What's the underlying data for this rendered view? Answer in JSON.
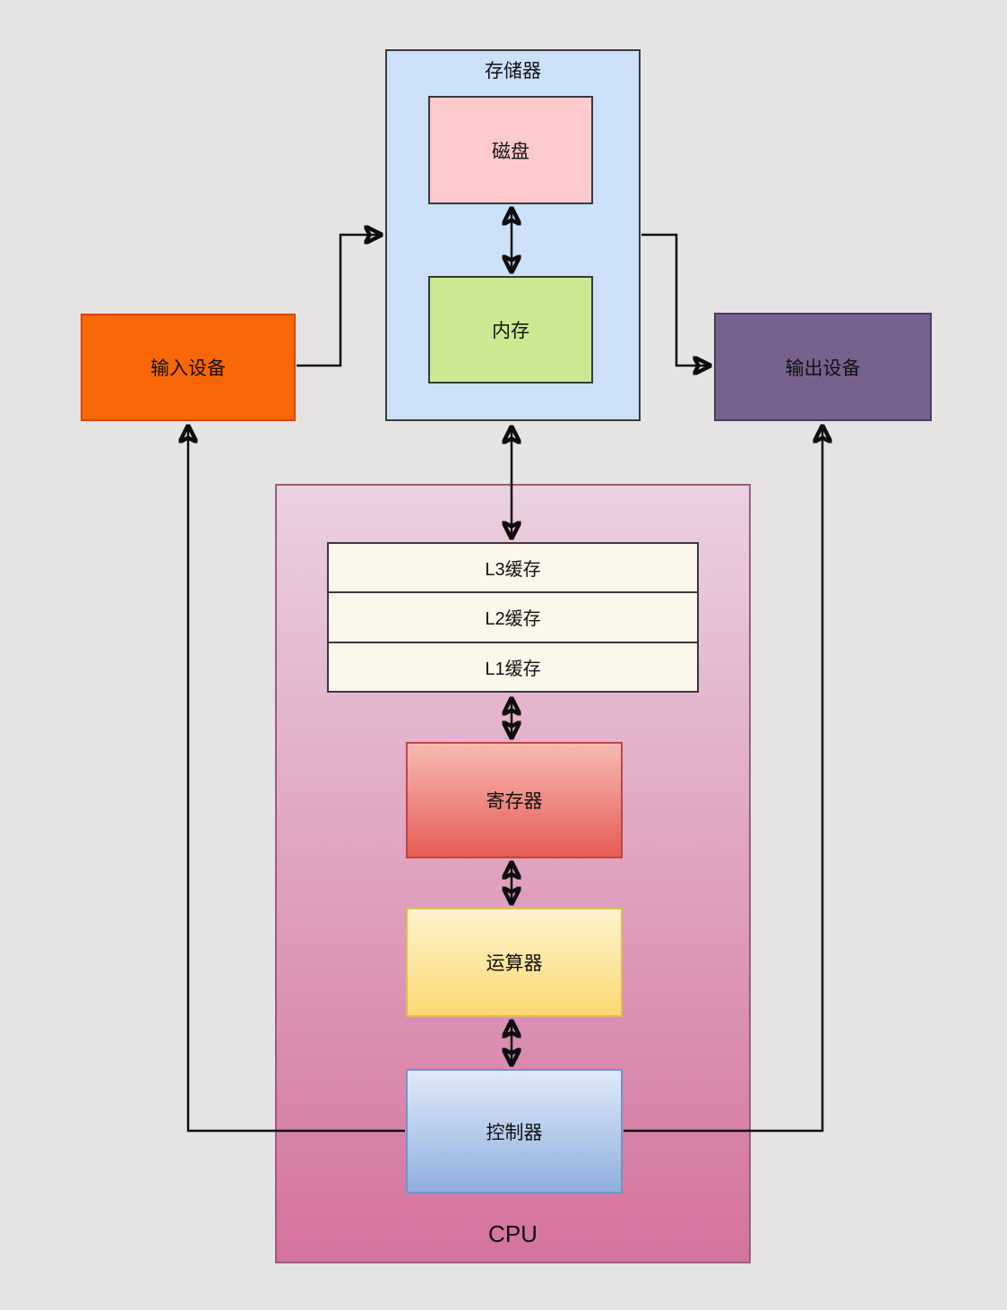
{
  "canvas": {
    "background": "#e5e4e2"
  },
  "storage": {
    "label": "存储器",
    "fill": "#cce0f8",
    "disk": {
      "label": "磁盘",
      "fill": "#fccacd"
    },
    "ram": {
      "label": "内存",
      "fill": "#c9ea90"
    }
  },
  "input_device": {
    "label": "输入设备",
    "fill": "#f76707"
  },
  "output_device": {
    "label": "输出设备",
    "fill": "#77618e"
  },
  "cpu": {
    "label": "CPU",
    "fill_top": "#ead1e1",
    "fill_bottom": "#d4729e",
    "caches": [
      {
        "label": "L3缓存"
      },
      {
        "label": "L2缓存"
      },
      {
        "label": "L1缓存"
      }
    ],
    "register": {
      "label": "寄存器",
      "fill_top": "#f6bab2",
      "fill_bottom": "#e65c56"
    },
    "alu": {
      "label": "运算器",
      "fill_top": "#fdf3cd",
      "fill_bottom": "#fbd873"
    },
    "controller": {
      "label": "控制器",
      "fill_top": "#dfe9f8",
      "fill_bottom": "#8fafdf"
    }
  },
  "connections": {
    "disk_ram": "磁盘 ↔ 内存",
    "storage_l3": "存储器 ↔ L3缓存",
    "l1_register": "L1缓存 ↔ 寄存器",
    "register_alu": "寄存器 ↔ 运算器",
    "alu_controller": "运算器 ↔ 控制器",
    "input_to_storage": "输入设备 → 存储器",
    "storage_to_output": "存储器 → 输出设备",
    "controller_to_input": "控制器 → 输入设备",
    "controller_to_output": "控制器 → 输出设备"
  }
}
